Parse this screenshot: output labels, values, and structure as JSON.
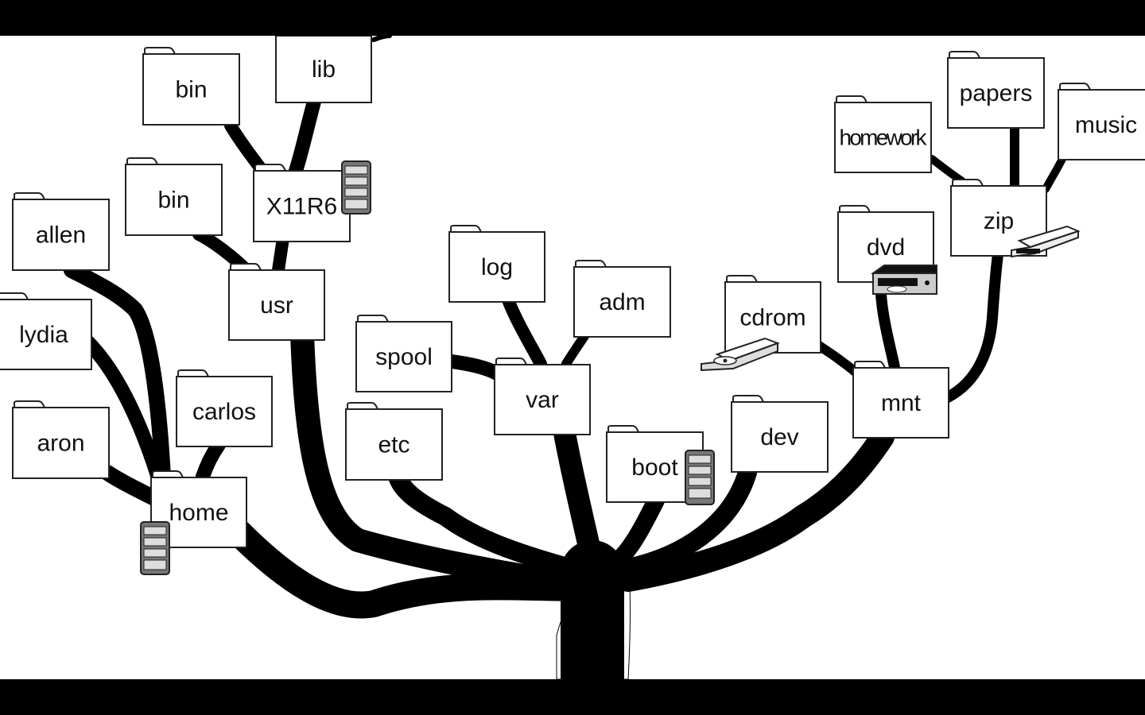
{
  "diagram": {
    "folders": [
      {
        "id": "lib",
        "label": "lib"
      },
      {
        "id": "bin-top",
        "label": "bin"
      },
      {
        "id": "bin-usr",
        "label": "bin"
      },
      {
        "id": "x11r6",
        "label": "X11R6"
      },
      {
        "id": "usr",
        "label": "usr"
      },
      {
        "id": "allen",
        "label": "allen"
      },
      {
        "id": "lydia",
        "label": "lydia"
      },
      {
        "id": "aron",
        "label": "aron"
      },
      {
        "id": "carlos",
        "label": "carlos"
      },
      {
        "id": "home",
        "label": "home"
      },
      {
        "id": "log",
        "label": "log"
      },
      {
        "id": "adm",
        "label": "adm"
      },
      {
        "id": "spool",
        "label": "spool"
      },
      {
        "id": "var",
        "label": "var"
      },
      {
        "id": "etc",
        "label": "etc"
      },
      {
        "id": "boot",
        "label": "boot"
      },
      {
        "id": "dev",
        "label": "dev"
      },
      {
        "id": "cdrom",
        "label": "cdrom"
      },
      {
        "id": "dvd",
        "label": "dvd"
      },
      {
        "id": "mnt",
        "label": "mnt"
      },
      {
        "id": "homework",
        "label": "homework"
      },
      {
        "id": "papers",
        "label": "papers"
      },
      {
        "id": "music",
        "label": "music"
      },
      {
        "id": "zip",
        "label": "zip"
      }
    ],
    "devices": [
      {
        "id": "server-x11r6",
        "icon": "server-icon"
      },
      {
        "id": "server-home",
        "icon": "server-icon"
      },
      {
        "id": "server-boot",
        "icon": "server-icon"
      },
      {
        "id": "cdrom-drive",
        "icon": "cdrom-drive-icon"
      },
      {
        "id": "dvd-drive",
        "icon": "dvd-drive-icon"
      },
      {
        "id": "zip-drive",
        "icon": "zip-drive-icon"
      }
    ],
    "colors": {
      "branch": "#000000",
      "folder_fill": "#ffffff",
      "folder_stroke": "#222222",
      "background": "#ffffff",
      "letterbox": "#000000"
    }
  }
}
